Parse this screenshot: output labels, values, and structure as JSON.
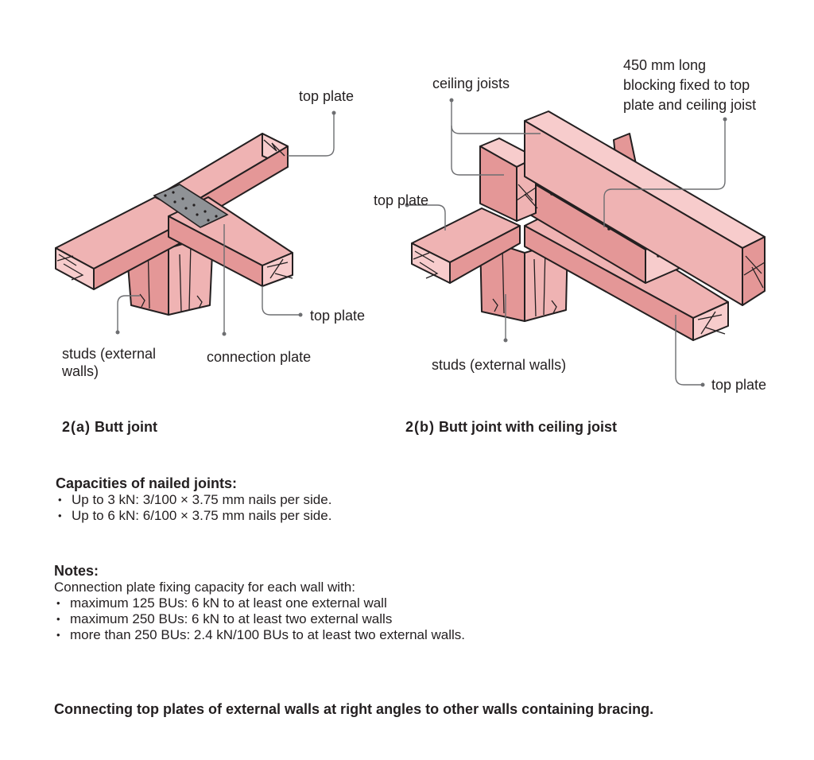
{
  "diagram_a": {
    "labels": {
      "top_plate_upper": "top plate",
      "top_plate_lower": "top plate",
      "studs_line1": "studs (external",
      "studs_line2": "walls)",
      "connection_plate": "connection plate"
    },
    "caption_num": "2(a)",
    "caption_text": "Butt joint"
  },
  "diagram_b": {
    "labels": {
      "blocking_line1": "450 mm long",
      "blocking_line2": "blocking fixed to top",
      "blocking_line3": "plate and ceiling joist",
      "ceiling_joists": "ceiling joists",
      "top_plate_left": "top plate",
      "studs": "studs (external walls)",
      "top_plate_right": "top plate"
    },
    "caption_num": "2(b)",
    "caption_text": "Butt joint with ceiling joist"
  },
  "capacities": {
    "heading": "Capacities of nailed joints:",
    "items": [
      "Up to 3 kN: 3/100 × 3.75 mm nails per side.",
      "Up to 6 kN: 6/100 × 3.75 mm nails per side."
    ]
  },
  "notes": {
    "heading": "Notes:",
    "intro": "Connection plate fixing capacity for each wall with:",
    "items": [
      "maximum 125 BUs: 6 kN to at least one external wall",
      "maximum 250 BUs: 6 kN to at least two external walls",
      "more than 250 BUs: 2.4 kN/100 BUs to at least two external walls."
    ]
  },
  "footer": "Connecting top plates of external walls at right angles to other walls containing bracing.",
  "colors": {
    "timber": "#efb3b3",
    "timber_shade": "#e49797",
    "plate": "#8f9296",
    "ink": "#231f20"
  }
}
